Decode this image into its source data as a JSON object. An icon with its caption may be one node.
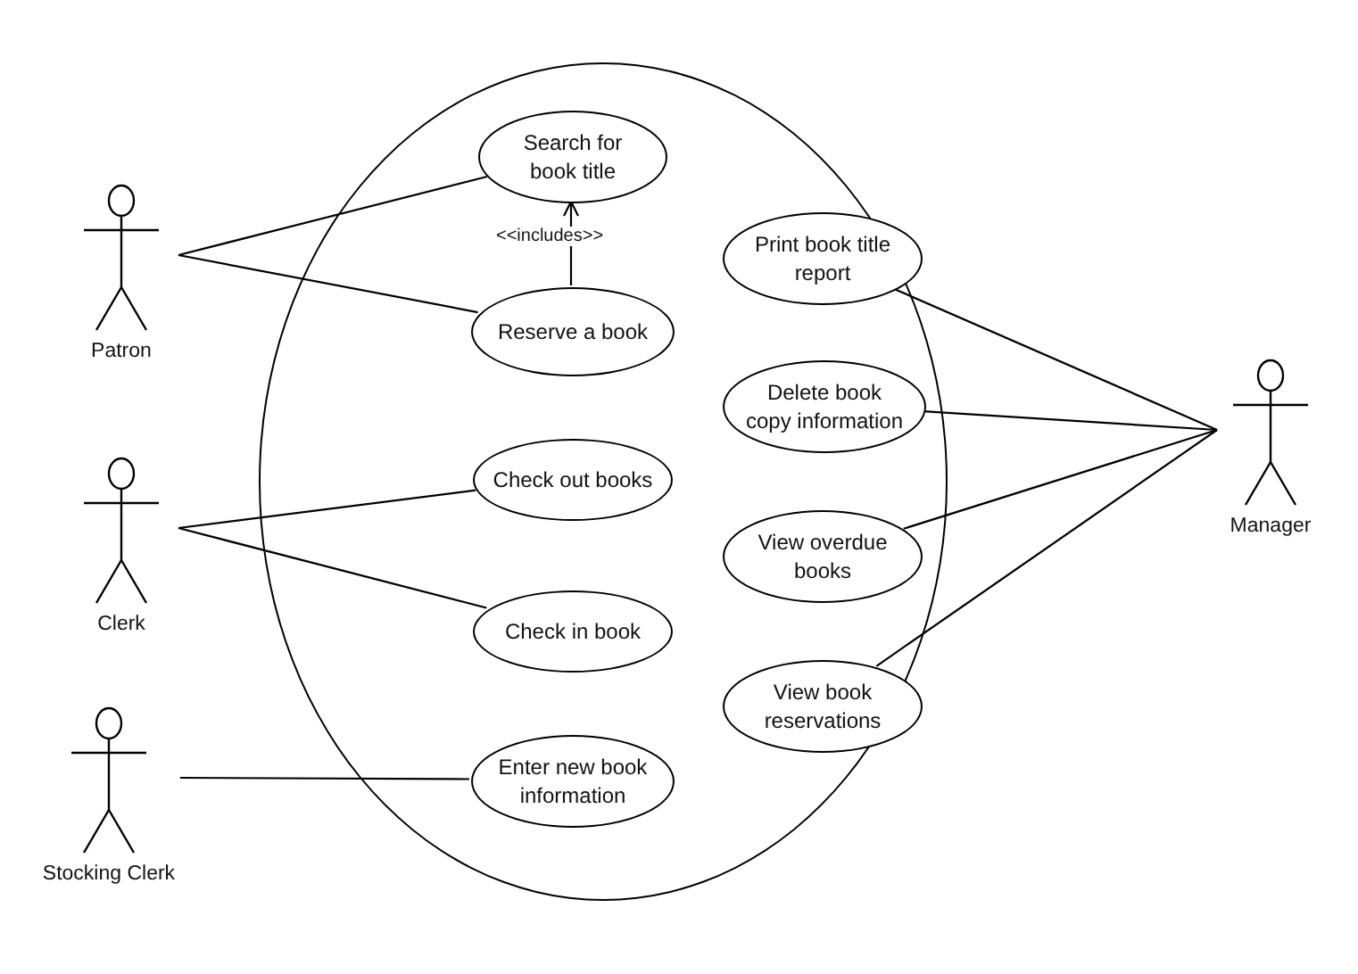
{
  "diagram": {
    "nodes": [
      {
        "text": [],
        "shape": "ellipse"
      },
      {
        "text": [
          "Patron"
        ]
      },
      {
        "text": [
          "Clerk"
        ]
      },
      {
        "text": [
          "Stocking Clerk"
        ]
      },
      {
        "text": [
          "Search for book title"
        ],
        "in": 0
      },
      {
        "text": [
          "Reserve a book"
        ],
        "in": 0
      },
      {
        "text": [
          "Check out books"
        ],
        "in": 0
      },
      {
        "text": [
          "Check in book"
        ],
        "in": 0
      },
      {
        "text": [
          "Enter new book information"
        ],
        "in": 0
      },
      {
        "text": [
          "Print book title report"
        ],
        "in": 0
      },
      {
        "text": [
          "Delete book copy information"
        ],
        "in": 0
      },
      {
        "text": [
          "View overdue books"
        ],
        "in": 0
      },
      {
        "text": [
          "View book reservations"
        ],
        "in": 0
      },
      {
        "text": [
          "Manager"
        ]
      }
    ],
    "edges": [
      {
        "from": 1,
        "to": 4,
        "arrow": "none"
      },
      {
        "from": 1,
        "to": 5,
        "arrow": "none"
      },
      {
        "from": 2,
        "to": 6,
        "arrow": "none"
      },
      {
        "from": 2,
        "to": 7,
        "arrow": "none"
      },
      {
        "from": 3,
        "to": 8,
        "arrow": "none"
      },
      {
        "from": 5,
        "to": 4,
        "arrow": "to",
        "label": "<<includes>>"
      },
      {
        "from": 13,
        "to": 9,
        "arrow": "none"
      },
      {
        "from": 13,
        "to": 10,
        "arrow": "none"
      },
      {
        "from": 13,
        "to": 11,
        "arrow": "none"
      },
      {
        "from": 13,
        "to": 12,
        "arrow": "none"
      }
    ]
  }
}
